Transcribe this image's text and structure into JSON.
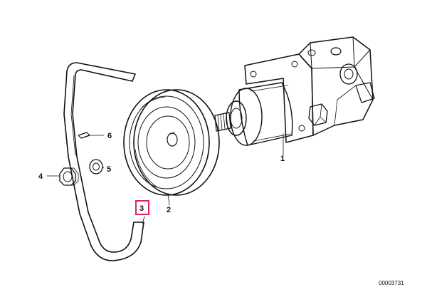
{
  "diagram": {
    "reference_number": "00003731",
    "highlight_color": "#e0206e",
    "highlighted_part": "3",
    "callouts": [
      {
        "id": "1",
        "label": "1",
        "part": "power-steering-pump"
      },
      {
        "id": "2",
        "label": "2",
        "part": "pulley"
      },
      {
        "id": "3",
        "label": "3",
        "part": "v-belt"
      },
      {
        "id": "4",
        "label": "4",
        "part": "hex-nut"
      },
      {
        "id": "5",
        "label": "5",
        "part": "washer"
      },
      {
        "id": "6",
        "label": "6",
        "part": "woodruff-key"
      }
    ]
  }
}
